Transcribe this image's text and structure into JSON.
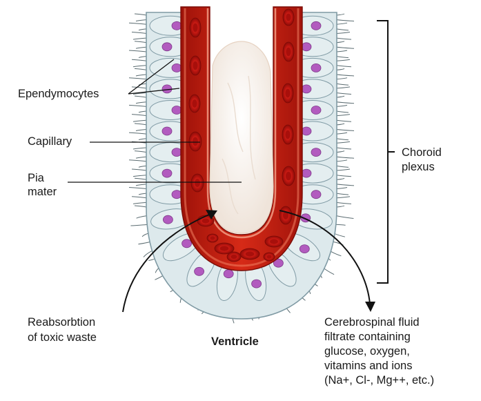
{
  "labels": {
    "ependymocytes": "Ependymocytes",
    "capillary": "Capillary",
    "pia_line1": "Pia",
    "pia_line2": "mater",
    "choroid_line1": "Choroid",
    "choroid_line2": "plexus",
    "reabsorption_line1": "Reabsorbtion",
    "reabsorption_line2": "of toxic waste",
    "ventricle": "Ventricle",
    "csf_line1": "Cerebrospinal fluid",
    "csf_line2": "filtrate containing",
    "csf_line3": "glucose, oxygen,",
    "csf_line4": "vitamins and ions",
    "csf_line5": "(Na+, Cl-, Mg++, etc.)"
  },
  "colors": {
    "blood_dark": "#b8160d",
    "blood_mid": "#d8321c",
    "blood_light": "#ee6a45",
    "rbc": "#c81a14",
    "pia": "#f6efe8",
    "cell_fill": "#e4eef0",
    "cell_edge": "#7f9aa4",
    "nucleus": "#b25bbf",
    "cilia": "#5a6b70"
  }
}
